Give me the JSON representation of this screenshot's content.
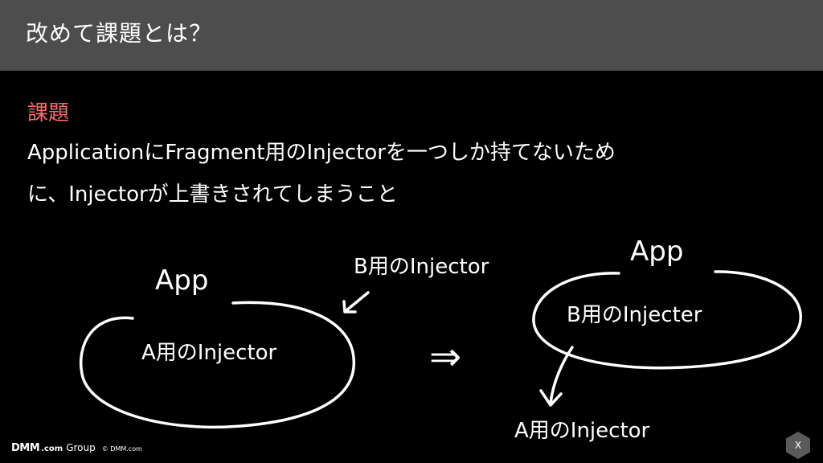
{
  "slide": {
    "title": "改めて課題とは？",
    "section_heading": "課題",
    "body_lines": [
      "ApplicationにFragment用のInjectorを一つしか持てないため",
      "に、Injectorが上書きされてしまうこと"
    ]
  },
  "sketch": {
    "left_app_label": "App",
    "left_inner_label": "A用のInjector",
    "incoming_label": "B用のInjector",
    "transition_arrow": "⇒",
    "right_app_label": "App",
    "right_inner_label": "B用のInjecter",
    "outgoing_label": "A用のInjector"
  },
  "footer": {
    "logo_dmm": "DMM",
    "logo_com": ".com",
    "logo_group": "Group",
    "copyright": "© DMM.com",
    "page_badge": "X"
  },
  "colors": {
    "title_bar": "#4d4d4d",
    "background": "#000000",
    "text": "#ffffff",
    "heading_accent": "#f26d6d"
  }
}
